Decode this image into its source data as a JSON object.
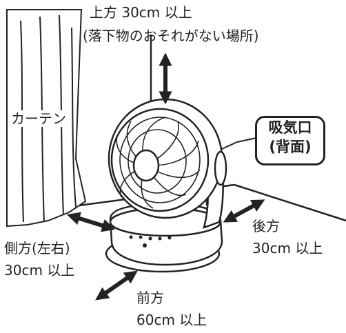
{
  "labels": {
    "top_line1": "上方 30cm 以上",
    "top_line2": "(落下物のおそれがない場所)",
    "curtain": "カーテン",
    "intake_line1": "吸気口",
    "intake_line2": "(背面)",
    "side_line1": "側方(左右)",
    "side_line2": "30cm 以上",
    "rear_line1": "後方",
    "rear_line2": "30cm 以上",
    "front_line1": "前方",
    "front_line2": "60cm 以上"
  },
  "colors": {
    "ink": "#222222",
    "paper": "#ffffff"
  }
}
